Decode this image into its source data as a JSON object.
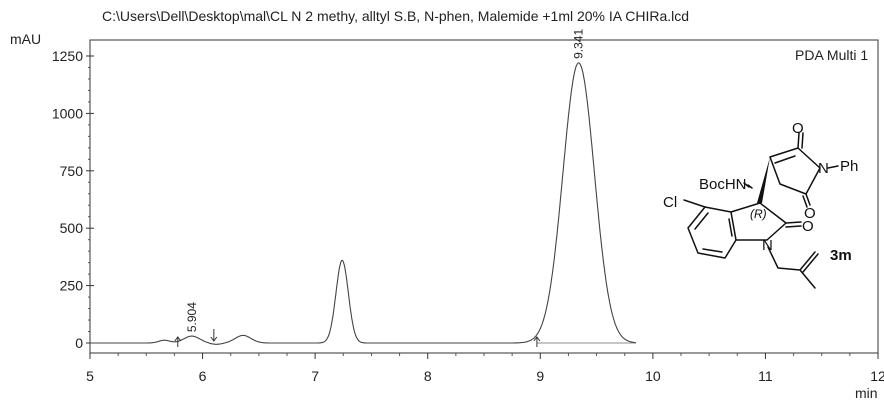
{
  "chart_data": {
    "type": "line",
    "title": "C:\\Users\\Dell\\Desktop\\mal\\CL N 2 methy, alltyl S.B, N-phen, Malemide +1ml 20% IA CHIRa.lcd",
    "xlabel": "min",
    "ylabel": "mAU",
    "xlim": [
      5,
      12
    ],
    "ylim": [
      -50,
      1300
    ],
    "xticks": [
      "5",
      "6",
      "7",
      "8",
      "9",
      "10",
      "11",
      "12"
    ],
    "yticks": [
      "0",
      "250",
      "500",
      "750",
      "1000",
      "1250"
    ],
    "trace_label": "PDA Multi 1",
    "trace_end_min": 9.85,
    "peaks": [
      {
        "rt": 5.66,
        "height": 12,
        "width": 0.05
      },
      {
        "rt": 5.904,
        "height": 30,
        "width": 0.07,
        "label": "5.904"
      },
      {
        "rt": 6.36,
        "height": 33,
        "width": 0.07
      },
      {
        "rt": 7.24,
        "height": 360,
        "width": 0.055
      },
      {
        "rt": 9.341,
        "height": 1220,
        "width": 0.14,
        "label": "9.341"
      }
    ],
    "integration_markers": [
      {
        "x": 5.78,
        "kind": "start"
      },
      {
        "x": 6.1,
        "kind": "end"
      },
      {
        "x": 8.97,
        "kind": "start"
      }
    ],
    "grid": false
  },
  "structure": {
    "labels": {
      "o_top": "O",
      "n_ring": "N",
      "ph": "Ph",
      "o_right": "O",
      "bochn": "BocHN",
      "stereo": "(R)",
      "cl": "Cl",
      "o_lactam": "O",
      "n_indole": "N",
      "compound": "3m"
    }
  }
}
